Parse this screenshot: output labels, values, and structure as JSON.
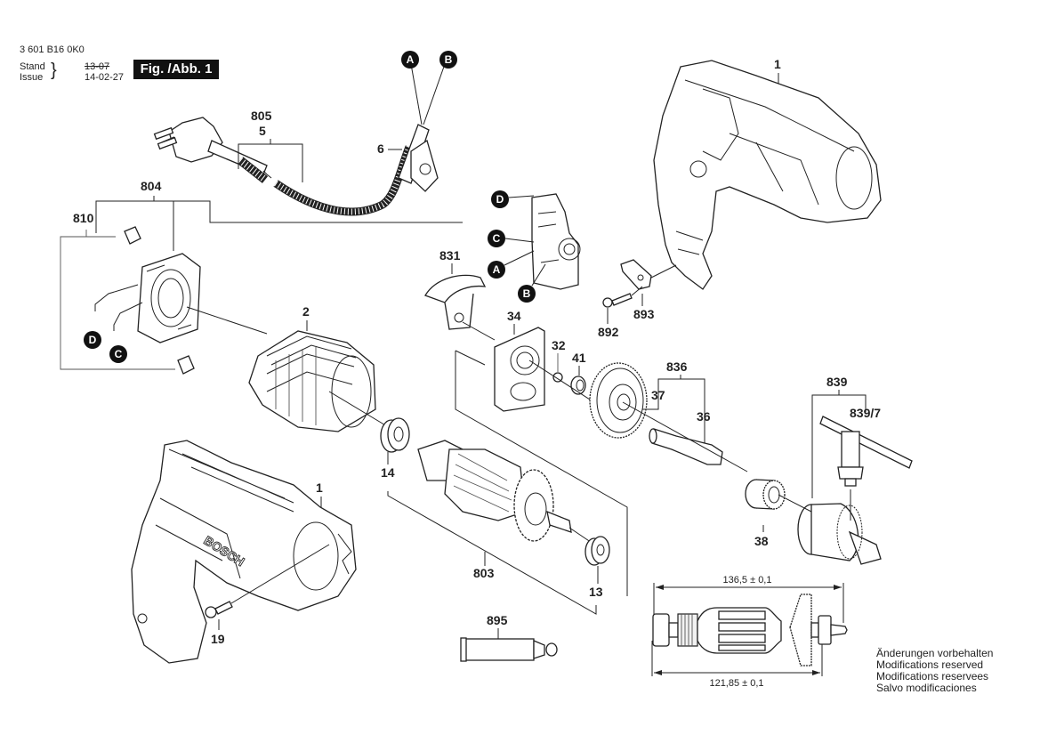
{
  "header": {
    "part_number": "3 601 B16 0K0",
    "stand_label": "Stand",
    "issue_label": "Issue",
    "stand_value": "13-07",
    "issue_value": "14-02-27",
    "figure_label": "Fig. /Abb. 1"
  },
  "parts": {
    "p1_top": "1",
    "p1_bottom": "1",
    "p2": "2",
    "p5": "5",
    "p6": "6",
    "p13": "13",
    "p14": "14",
    "p19": "19",
    "p32": "32",
    "p34": "34",
    "p36": "36",
    "p37": "37",
    "p38": "38",
    "p41": "41",
    "p803": "803",
    "p804": "804",
    "p805": "805",
    "p810": "810",
    "p831": "831",
    "p836": "836",
    "p839": "839",
    "p839_7": "839/7",
    "p892": "892",
    "p893": "893",
    "p895": "895"
  },
  "connectors": {
    "a_top": "A",
    "b_top": "B",
    "d_switch": "D",
    "c_switch": "C",
    "a_switch": "A",
    "b_switch": "B",
    "d_brush": "D",
    "c_brush": "C"
  },
  "brand_text": "BOSCH",
  "dimensions": {
    "overall_length": "136,5 ± 0,1",
    "bearing_length": "121,85 ± 0,1"
  },
  "footer": {
    "lines": [
      "Änderungen vorbehalten",
      "Modifications reserved",
      "Modifications reservees",
      "Salvo modificaciones"
    ]
  }
}
